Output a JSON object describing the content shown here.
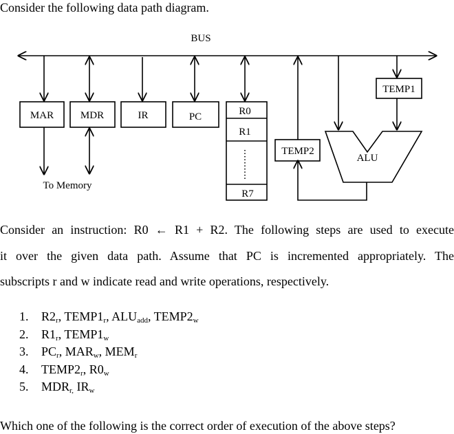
{
  "intro": "Consider the following data path diagram.",
  "diagram": {
    "bus_label": "BUS",
    "boxes": {
      "mar": "MAR",
      "mdr": "MDR",
      "ir": "IR",
      "pc": "PC",
      "r0": "R0",
      "r1": "R1",
      "r7": "R7",
      "temp1": "TEMP1",
      "temp2": "TEMP2",
      "alu": "ALU"
    },
    "to_memory": "To Memory"
  },
  "paragraph": {
    "line1": "Consider an instruction: R0 ← R1 + R2.  The following steps are used to execute",
    "line2": "it over the given data path. Assume that PC is incremented appropriately.  The",
    "line3": "subscripts r and w indicate read and write operations, respectively."
  },
  "steps": [
    {
      "num": "1.",
      "parts": [
        [
          "R2",
          "r",
          ", "
        ],
        [
          "TEMP1",
          "r",
          ", "
        ],
        [
          "ALU",
          "add",
          ", "
        ],
        [
          "TEMP2",
          "w",
          ""
        ]
      ]
    },
    {
      "num": "2.",
      "parts": [
        [
          "R1",
          "r",
          ", "
        ],
        [
          "TEMP1",
          "w",
          ""
        ]
      ]
    },
    {
      "num": "3.",
      "parts": [
        [
          "PC",
          "r",
          ", "
        ],
        [
          "MAR",
          "w",
          ", "
        ],
        [
          "MEM",
          "r",
          ""
        ]
      ]
    },
    {
      "num": "4.",
      "parts": [
        [
          "TEMP2",
          "r",
          ", "
        ],
        [
          "R0",
          "w",
          ""
        ]
      ]
    },
    {
      "num": "5.",
      "parts": [
        [
          "MDR",
          "r,",
          "  "
        ],
        [
          "IR",
          "w",
          ""
        ]
      ]
    }
  ],
  "question": "Which one of the following is the correct order of execution of the above steps?"
}
